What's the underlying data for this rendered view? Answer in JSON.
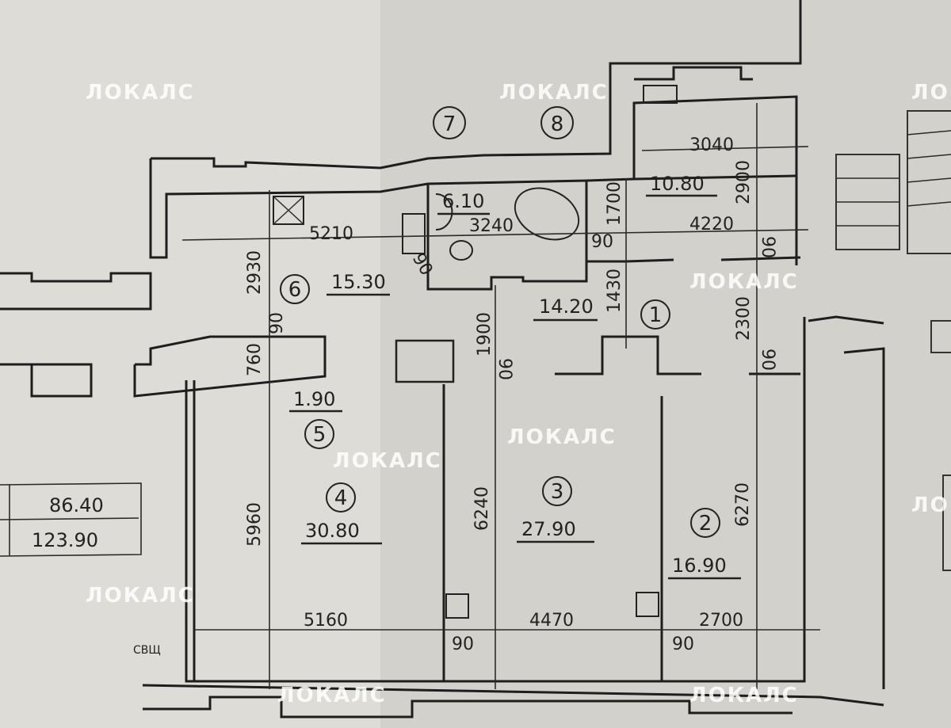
{
  "watermark": "ЛОКАЛС",
  "rooms": [
    {
      "number": "1",
      "area": "14.20"
    },
    {
      "number": "2",
      "area": "16.90"
    },
    {
      "number": "3",
      "area": "27.90"
    },
    {
      "number": "4",
      "area": "30.80"
    },
    {
      "number": "5",
      "area": "1.90"
    },
    {
      "number": "6",
      "area": "15.30"
    },
    {
      "number": "7",
      "area": "6.10"
    },
    {
      "number": "8",
      "area": "10.80"
    }
  ],
  "dimensions": [
    "5210",
    "2930",
    "90",
    "760",
    "3240",
    "90",
    "90",
    "1700",
    "1900",
    "90",
    "1430",
    "3040",
    "2900",
    "4220",
    "90",
    "2300",
    "90",
    "5960",
    "6240",
    "6270",
    "5160",
    "4470",
    "2700",
    "90",
    "90"
  ],
  "totals": {
    "living": "86.40",
    "total": "123.90"
  },
  "marker": "СВЩ"
}
